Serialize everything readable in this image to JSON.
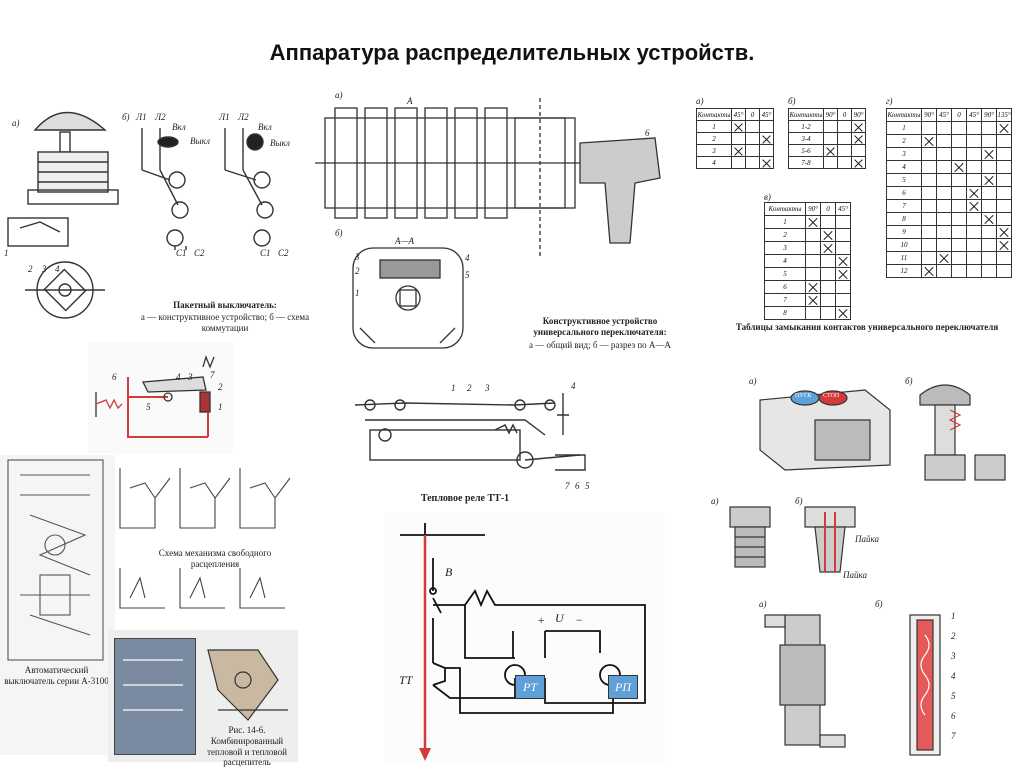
{
  "page": {
    "title": "Аппаратура распределительных устройств."
  },
  "packet_switch": {
    "caption_title": "Пакетный выключатель:",
    "caption_body": "а — конструктивное устройство; б — схема коммутации",
    "labels": {
      "a": "а)",
      "b": "б)",
      "l1a": "Л1",
      "l2a": "Л2",
      "l1b": "Л1",
      "l2b": "Л2",
      "on": "Вкл",
      "off": "Выкл",
      "off2": "Выкл",
      "c1a": "С1",
      "c2a": "С2",
      "c1b": "С1",
      "c2b": "С2",
      "n1": "1",
      "n2": "2",
      "n3": "3",
      "n4": "4"
    }
  },
  "universal_switch": {
    "caption_title": "Конструктивное устройство универсального переключателя:",
    "caption_body": "а — общий вид; б — разрез по А—А",
    "labels": {
      "a": "а)",
      "b": "б)",
      "aa": "А—А",
      "sec": "А",
      "n1": "1",
      "n2": "2",
      "n3": "3",
      "n4": "4",
      "n5": "5",
      "n6": "6"
    }
  },
  "contact_tables": {
    "caption": "Таблицы замыкания контактов универсального переключателя",
    "a": {
      "label": "а)",
      "headers": [
        "Контакты",
        "45°",
        "0",
        "45°"
      ],
      "rows": [
        [
          "1",
          "x",
          "",
          ""
        ],
        [
          "2",
          "",
          "",
          "x"
        ],
        [
          "3",
          "x",
          "",
          ""
        ],
        [
          "4",
          "",
          "",
          "x"
        ]
      ]
    },
    "b": {
      "label": "б)",
      "headers": [
        "Контакты",
        "90°",
        "0",
        "90°"
      ],
      "rows": [
        [
          "1-2",
          "",
          "",
          "x"
        ],
        [
          "3-4",
          "",
          "",
          "x"
        ],
        [
          "5-6",
          "x",
          "",
          ""
        ],
        [
          "7-8",
          "",
          "",
          "x"
        ]
      ]
    },
    "v": {
      "label": "в)",
      "headers": [
        "Контакты",
        "90°",
        "0",
        "45°"
      ],
      "rows": [
        [
          "1",
          "x",
          "",
          ""
        ],
        [
          "2",
          "",
          "x",
          ""
        ],
        [
          "3",
          "",
          "x",
          ""
        ],
        [
          "4",
          "",
          "",
          "x"
        ],
        [
          "5",
          "",
          "",
          "x"
        ],
        [
          "6",
          "x",
          "",
          ""
        ],
        [
          "7",
          "x",
          "",
          ""
        ],
        [
          "8",
          "",
          "",
          "x"
        ]
      ]
    },
    "g": {
      "label": "г)",
      "headers": [
        "Контакты",
        "90°",
        "45°",
        "0",
        "45°",
        "90°",
        "135°"
      ],
      "rows": [
        [
          "1",
          "",
          "",
          "",
          "",
          "",
          "x"
        ],
        [
          "2",
          "x",
          "",
          "",
          "",
          "",
          ""
        ],
        [
          "3",
          "",
          "",
          "",
          "",
          "x",
          ""
        ],
        [
          "4",
          "",
          "",
          "x",
          "",
          "",
          ""
        ],
        [
          "5",
          "",
          "",
          "",
          "",
          "x",
          ""
        ],
        [
          "6",
          "",
          "",
          "",
          "x",
          "",
          ""
        ],
        [
          "7",
          "",
          "",
          "",
          "x",
          "",
          ""
        ],
        [
          "8",
          "",
          "",
          "",
          "",
          "x",
          ""
        ],
        [
          "9",
          "",
          "",
          "",
          "",
          "",
          "x"
        ],
        [
          "10",
          "",
          "",
          "",
          "",
          "",
          "x"
        ],
        [
          "11",
          "",
          "x",
          "",
          "",
          "",
          ""
        ],
        [
          "12",
          "x",
          "",
          "",
          "",
          "",
          ""
        ]
      ]
    }
  },
  "free_release": {
    "labels": {
      "n1": "1",
      "n2": "2",
      "n3": "3",
      "n4": "4",
      "n5": "5",
      "n6": "6",
      "n7": "7"
    }
  },
  "thermal_relay": {
    "caption": "Тепловое реле ТТ-1",
    "labels": {
      "n1": "1",
      "n2": "2",
      "n3": "3",
      "n4": "4",
      "n5": "5",
      "n6": "6",
      "n7": "7"
    }
  },
  "release_scheme": {
    "caption": "Схема механизма свободного расцепления"
  },
  "automatic_breaker": {
    "caption_title": "Автоматический выключатель серии А-3100"
  },
  "combined_release": {
    "caption": "Рис. 14-6. Комбинированный тепловой и тепловой расцепитель"
  },
  "relay_circuit": {
    "b_label": "В",
    "tt_label": "ТТ",
    "u_label": "U",
    "plus": "+",
    "minus": "−",
    "rt": "РТ",
    "rp": "РП"
  },
  "button_post": {
    "labels": {
      "a": "а)",
      "b": "б)",
      "pusk": "ПУСК",
      "stop": "СТОП"
    }
  },
  "fuse_plug": {
    "labels": {
      "a": "а)",
      "b": "б)",
      "paika1": "Пайка",
      "paika2": "Пайка"
    }
  },
  "fuse_tube": {
    "labels": {
      "a": "а)",
      "b": "б)",
      "n1": "1",
      "n2": "2",
      "n3": "3",
      "n4": "4",
      "n5": "5",
      "n6": "6",
      "n7": "7"
    }
  },
  "colors": {
    "accent_red": "#d33b3b",
    "accent_blue": "#5fa0d8"
  }
}
